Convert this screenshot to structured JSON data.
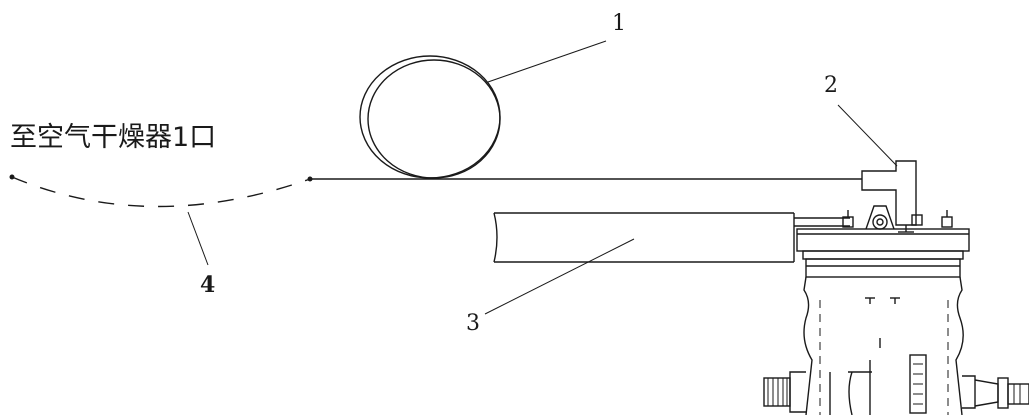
{
  "labels": {
    "coil": "1",
    "elbow": "2",
    "pipe": "3",
    "hose": "4",
    "destination": "至空气干燥器1口"
  },
  "colors": {
    "line": "#1a1a1a",
    "background": "#ffffff"
  }
}
